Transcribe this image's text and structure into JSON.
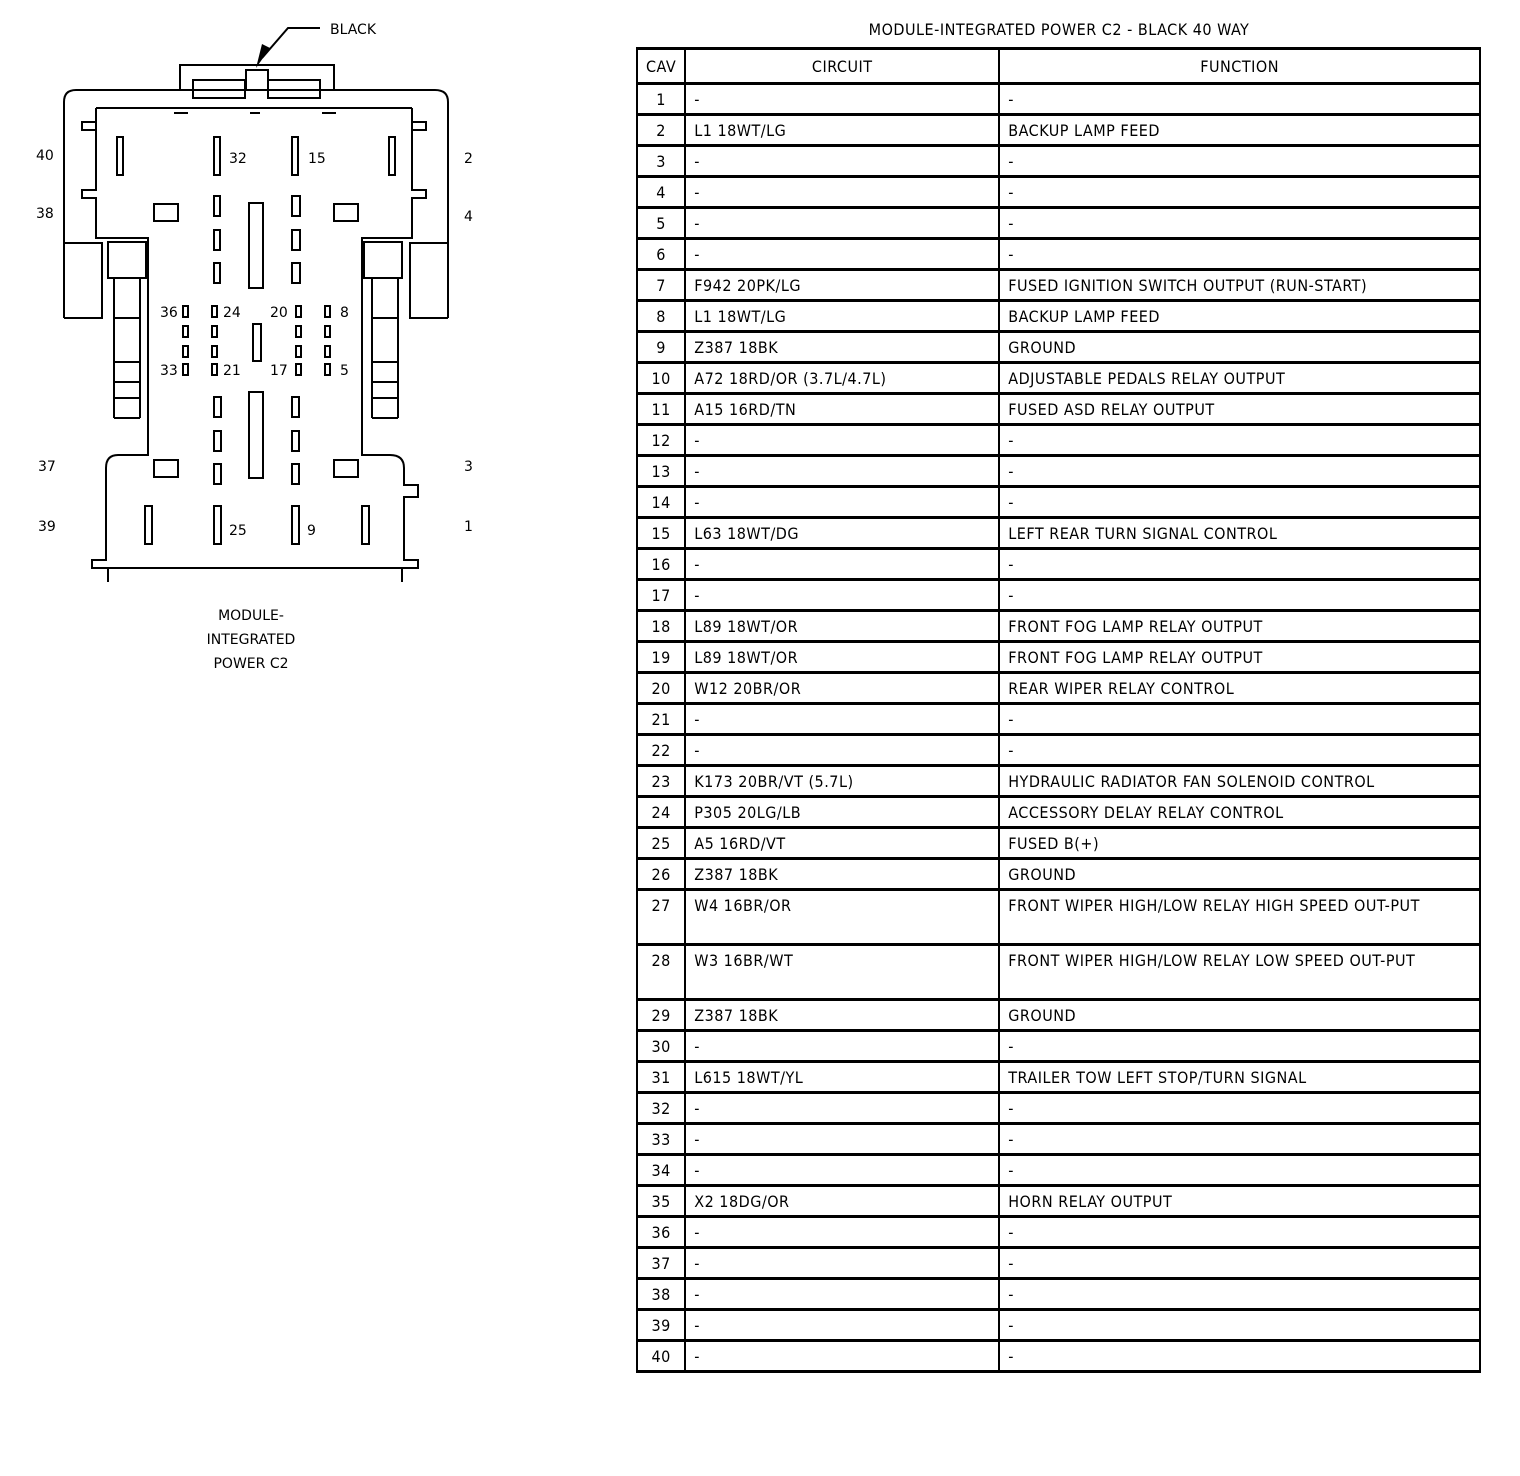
{
  "connector": {
    "color_label": "BLACK",
    "caption_lines": [
      "MODULE-",
      "INTEGRATED",
      "POWER C2"
    ],
    "pin_labels": [
      "40",
      "38",
      "37",
      "39",
      "2",
      "4",
      "3",
      "1",
      "32",
      "15",
      "36",
      "24",
      "20",
      "8",
      "33",
      "21",
      "17",
      "5",
      "25",
      "9"
    ]
  },
  "table": {
    "title": "MODULE-INTEGRATED POWER C2 - BLACK 40 WAY",
    "headers": [
      "CAV",
      "CIRCUIT",
      "FUNCTION"
    ],
    "rows": [
      [
        "1",
        "-",
        "-"
      ],
      [
        "2",
        "L1 18WT/LG",
        "BACKUP LAMP FEED"
      ],
      [
        "3",
        "-",
        "-"
      ],
      [
        "4",
        "-",
        "-"
      ],
      [
        "5",
        "-",
        "-"
      ],
      [
        "6",
        "-",
        "-"
      ],
      [
        "7",
        "F942 20PK/LG",
        "FUSED IGNITION SWITCH OUTPUT (RUN-START)"
      ],
      [
        "8",
        "L1 18WT/LG",
        "BACKUP LAMP FEED"
      ],
      [
        "9",
        "Z387 18BK",
        "GROUND"
      ],
      [
        "10",
        "A72 18RD/OR (3.7L/4.7L)",
        "ADJUSTABLE PEDALS RELAY OUTPUT"
      ],
      [
        "11",
        "A15 16RD/TN",
        "FUSED ASD RELAY OUTPUT"
      ],
      [
        "12",
        "-",
        "-"
      ],
      [
        "13",
        "-",
        "-"
      ],
      [
        "14",
        "-",
        "-"
      ],
      [
        "15",
        "L63 18WT/DG",
        "LEFT REAR TURN SIGNAL CONTROL"
      ],
      [
        "16",
        "-",
        "-"
      ],
      [
        "17",
        "-",
        "-"
      ],
      [
        "18",
        "L89 18WT/OR",
        "FRONT FOG LAMP RELAY OUTPUT"
      ],
      [
        "19",
        "L89 18WT/OR",
        "FRONT FOG LAMP RELAY OUTPUT"
      ],
      [
        "20",
        "W12 20BR/OR",
        "REAR WIPER RELAY CONTROL"
      ],
      [
        "21",
        "-",
        "-"
      ],
      [
        "22",
        "-",
        "-"
      ],
      [
        "23",
        "K173 20BR/VT (5.7L)",
        "HYDRAULIC RADIATOR FAN SOLENOID CONTROL"
      ],
      [
        "24",
        "P305 20LG/LB",
        "ACCESSORY DELAY RELAY CONTROL"
      ],
      [
        "25",
        "A5 16RD/VT",
        "FUSED B(+)"
      ],
      [
        "26",
        "Z387 18BK",
        "GROUND"
      ],
      [
        "27",
        "W4 16BR/OR",
        "FRONT WIPER HIGH/LOW RELAY HIGH SPEED OUT-PUT"
      ],
      [
        "28",
        "W3 16BR/WT",
        "FRONT WIPER HIGH/LOW RELAY LOW SPEED OUT-PUT"
      ],
      [
        "29",
        "Z387 18BK",
        "GROUND"
      ],
      [
        "30",
        "-",
        "-"
      ],
      [
        "31",
        "L615 18WT/YL",
        "TRAILER TOW LEFT STOP/TURN SIGNAL"
      ],
      [
        "32",
        "-",
        "-"
      ],
      [
        "33",
        "-",
        "-"
      ],
      [
        "34",
        "-",
        "-"
      ],
      [
        "35",
        "X2 18DG/OR",
        "HORN RELAY OUTPUT"
      ],
      [
        "36",
        "-",
        "-"
      ],
      [
        "37",
        "-",
        "-"
      ],
      [
        "38",
        "-",
        "-"
      ],
      [
        "39",
        "-",
        "-"
      ],
      [
        "40",
        "-",
        "-"
      ]
    ]
  }
}
